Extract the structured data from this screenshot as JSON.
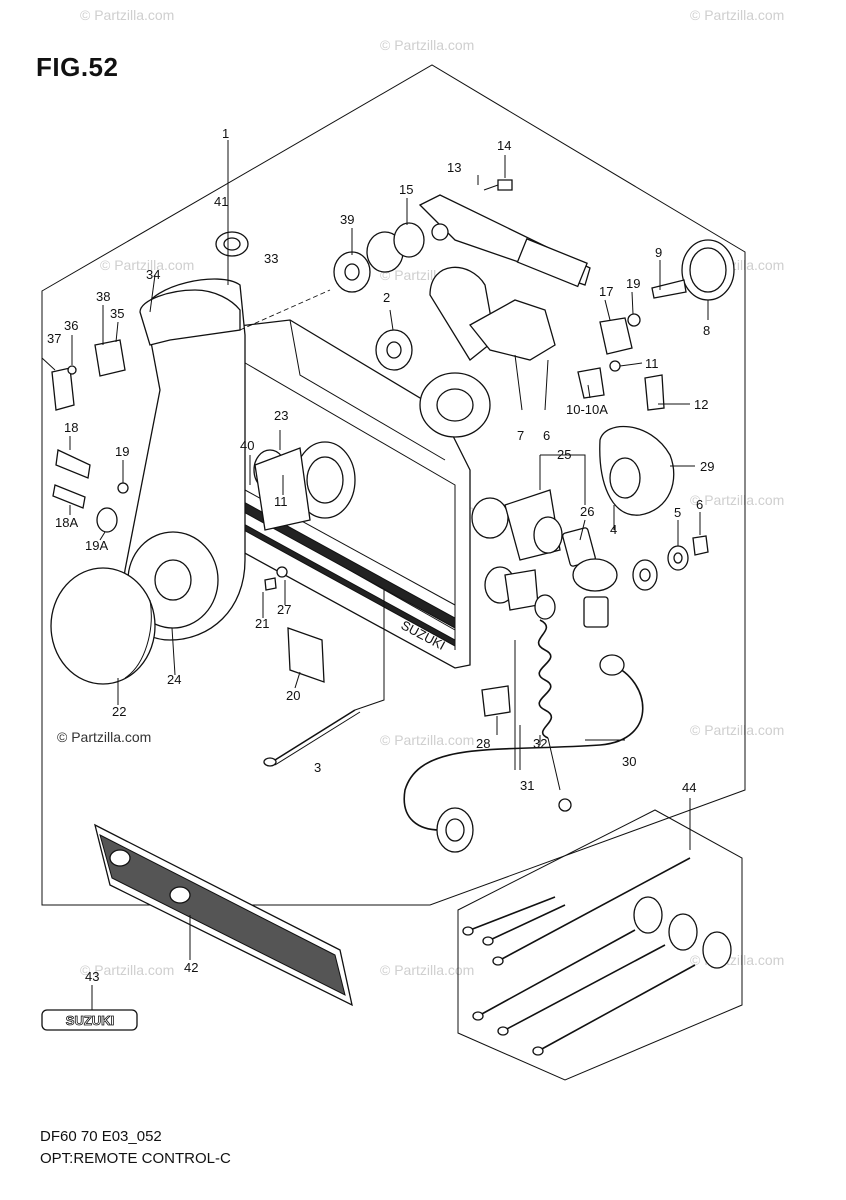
{
  "figure": {
    "title": "FIG.52",
    "footer_code": "DF60 70 E03_052",
    "footer_name": "OPT:REMOTE CONTROL-C"
  },
  "watermark": {
    "text": "© Partzilla.com",
    "credit": "© Partzilla.com"
  },
  "brand_plate": "SUZUKI",
  "callouts": {
    "c1": "1",
    "c2": "2",
    "c3": "3",
    "c4": "4",
    "c5": "5",
    "c6a": "6",
    "c6b": "6",
    "c7": "7",
    "c8": "8",
    "c9": "9",
    "c10": "10-10A",
    "c11a": "11",
    "c11b": "11",
    "c12": "12",
    "c13": "13",
    "c14": "14",
    "c15": "15",
    "c17": "17",
    "c18": "18",
    "c18a": "18A",
    "c19a": "19",
    "c19b": "19",
    "c19c": "19A",
    "c20": "20",
    "c21": "21",
    "c22": "22",
    "c23": "23",
    "c24": "24",
    "c25": "25",
    "c26": "26",
    "c27": "27",
    "c28": "28",
    "c29": "29",
    "c30": "30",
    "c31": "31",
    "c32": "32",
    "c33": "33",
    "c34": "34",
    "c35": "35",
    "c36": "36",
    "c37": "37",
    "c38": "38",
    "c39": "39",
    "c40": "40",
    "c41": "41",
    "c42": "42",
    "c43": "43",
    "c44": "44"
  }
}
